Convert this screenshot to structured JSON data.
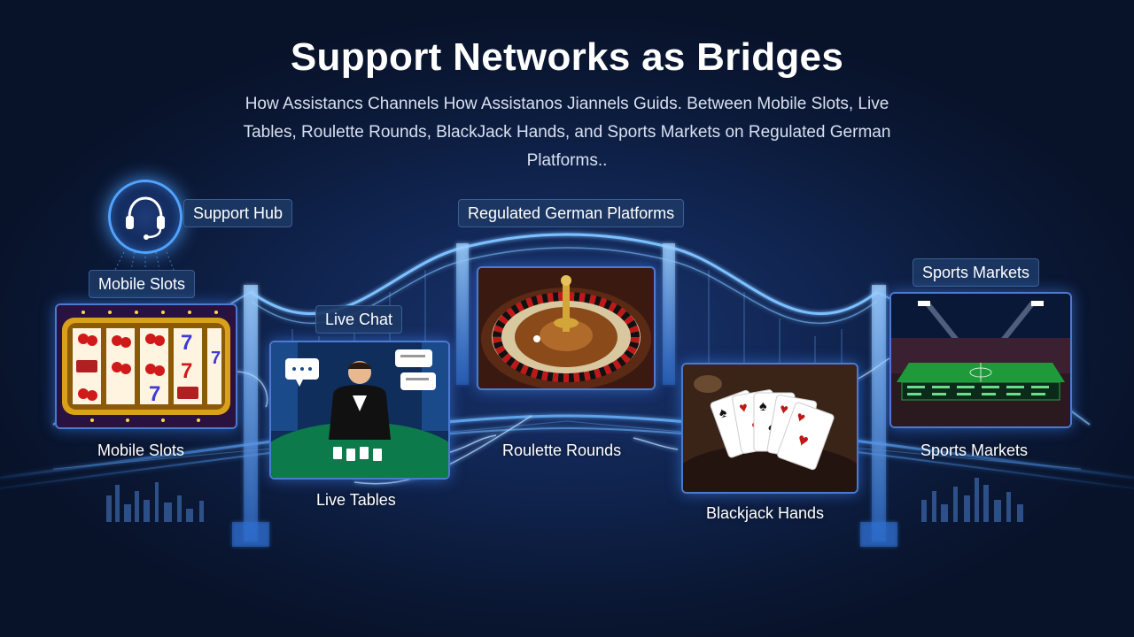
{
  "title": "Support Networks as Bridges",
  "subtitle": "How Assistancs Channels How Assistanos Jiannels Guids. Between Mobile Slots, Live Tables, Roulette Rounds, BlackJack Hands, and Sports Markets on Regulated German Platforms..",
  "labels": {
    "support_hub": "Support Hub",
    "regulated_platforms": "Regulated German Platforms",
    "mobile_slots_top": "Mobile Slots",
    "mobile_slots_bottom": "Mobile Slots",
    "live_chat": "Live Chat",
    "live_tables": "Live Tables",
    "roulette_rounds": "Roulette Rounds",
    "blackjack_hands": "Blackjack Hands",
    "sports_markets_top": "Sports Markets",
    "sports_markets_bottom": "Sports Markets"
  },
  "icons": {
    "hub": "headset-icon",
    "chat": "chat-bubble-icon"
  },
  "colors": {
    "background": "#0b1b3a",
    "glow": "#4fa3ff",
    "pill_bg": "#1c3764",
    "text": "#ffffff"
  }
}
